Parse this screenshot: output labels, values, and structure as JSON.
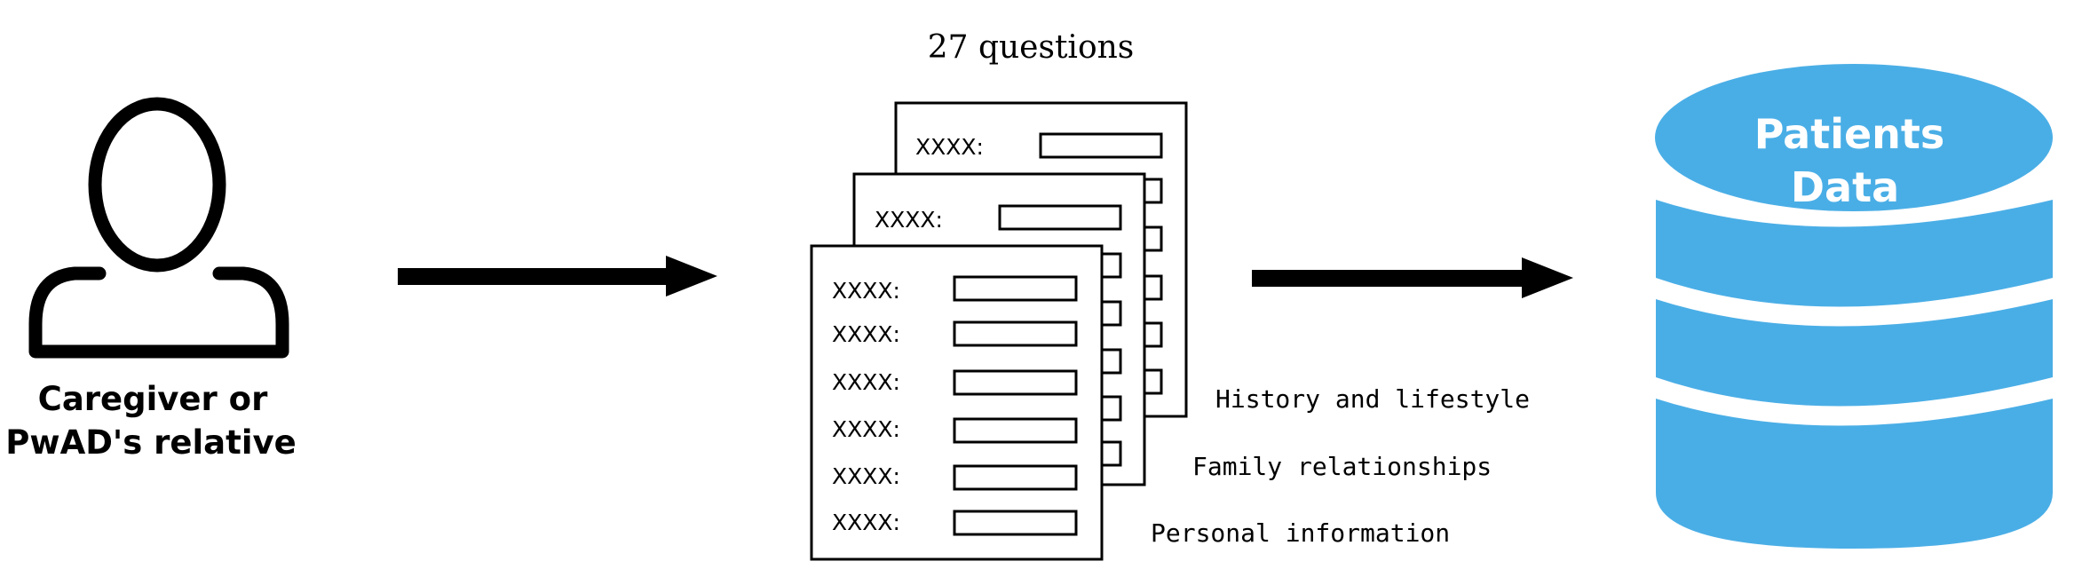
{
  "actor": {
    "label_line1": "Caregiver or",
    "label_line2": "PwAD's relative",
    "icon": "person-icon"
  },
  "forms": {
    "count_label": "27 questions",
    "field_label": "XXXX:",
    "sheets": [
      {
        "name": "History and lifestyle"
      },
      {
        "name": "Family relationships"
      },
      {
        "name": "Personal information"
      }
    ]
  },
  "database": {
    "label_line1": "Patients",
    "label_line2": "Data",
    "icon": "database-icon",
    "color": "#4aaee6"
  },
  "arrows": [
    "arrow-right-icon",
    "arrow-right-icon"
  ]
}
